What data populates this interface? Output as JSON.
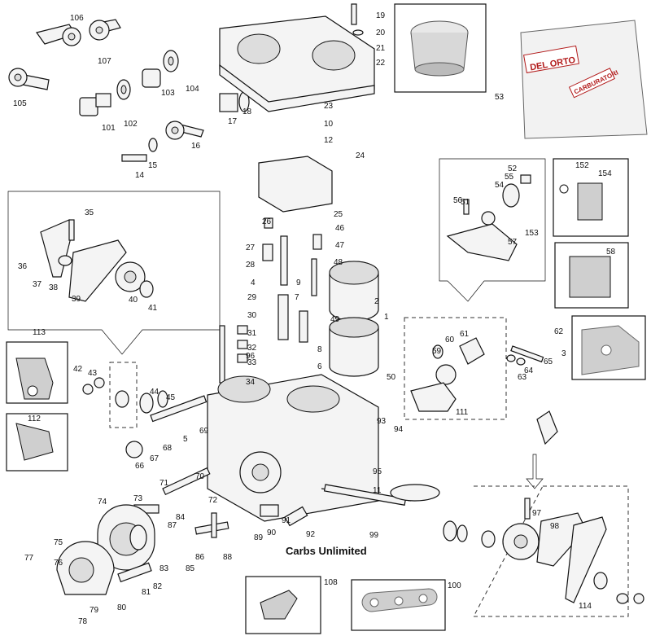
{
  "watermark": "Carbs Unlimited",
  "bag": {
    "brand": "DEL ORTO",
    "product": "CARBURATORI"
  },
  "labels": [
    "106",
    "107",
    "105",
    "104",
    "103",
    "102",
    "101",
    "16",
    "17",
    "18",
    "19",
    "20",
    "21",
    "22",
    "23",
    "10",
    "12",
    "24",
    "25",
    "14",
    "15",
    "35",
    "36",
    "37",
    "38",
    "39",
    "40",
    "41",
    "26",
    "27",
    "28",
    "4",
    "9",
    "46",
    "47",
    "48",
    "2",
    "29",
    "7",
    "30",
    "31",
    "32",
    "33",
    "8",
    "49",
    "1",
    "6",
    "50",
    "113",
    "112",
    "42",
    "43",
    "44",
    "45",
    "5",
    "68",
    "69",
    "67",
    "66",
    "70",
    "71",
    "72",
    "73",
    "84",
    "87",
    "74",
    "75",
    "76",
    "77",
    "78",
    "79",
    "80",
    "81",
    "82",
    "83",
    "85",
    "86",
    "88",
    "89",
    "90",
    "91",
    "92",
    "93",
    "94",
    "11",
    "95",
    "99",
    "53",
    "54",
    "55",
    "52",
    "51",
    "56",
    "57",
    "153",
    "152",
    "154",
    "58",
    "59",
    "60",
    "61",
    "111",
    "62",
    "63",
    "64",
    "65",
    "3",
    "34",
    "96",
    "97",
    "98",
    "114",
    "108",
    "100"
  ]
}
